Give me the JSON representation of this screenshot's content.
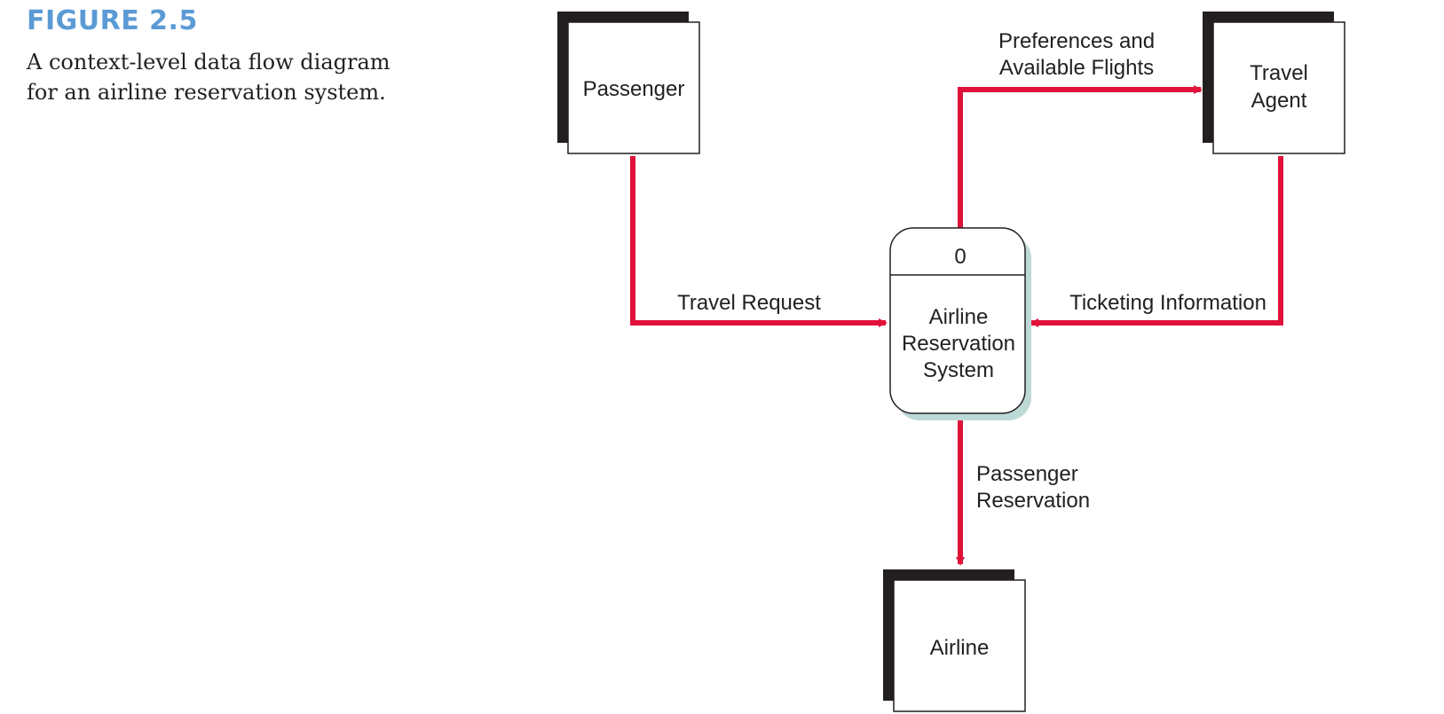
{
  "figure": {
    "label": "FIGURE 2.5",
    "caption_line1": "A context-level data flow diagram",
    "caption_line2": "for an airline reservation system."
  },
  "entities": {
    "passenger": "Passenger",
    "travel_agent_line1": "Travel",
    "travel_agent_line2": "Agent",
    "airline": "Airline"
  },
  "process": {
    "number": "0",
    "name_line1": "Airline",
    "name_line2": "Reservation",
    "name_line3": "System"
  },
  "flows": {
    "travel_request": "Travel Request",
    "preferences_line1": "Preferences and",
    "preferences_line2": "Available Flights",
    "ticketing_information": "Ticketing Information",
    "reservation_line1": "Passenger",
    "reservation_line2": "Reservation"
  },
  "colors": {
    "flow": "#e0123a",
    "entity_shadow": "#231f20",
    "process_shadow": "#bcd9d6",
    "figure_label": "#5b9bd5"
  }
}
